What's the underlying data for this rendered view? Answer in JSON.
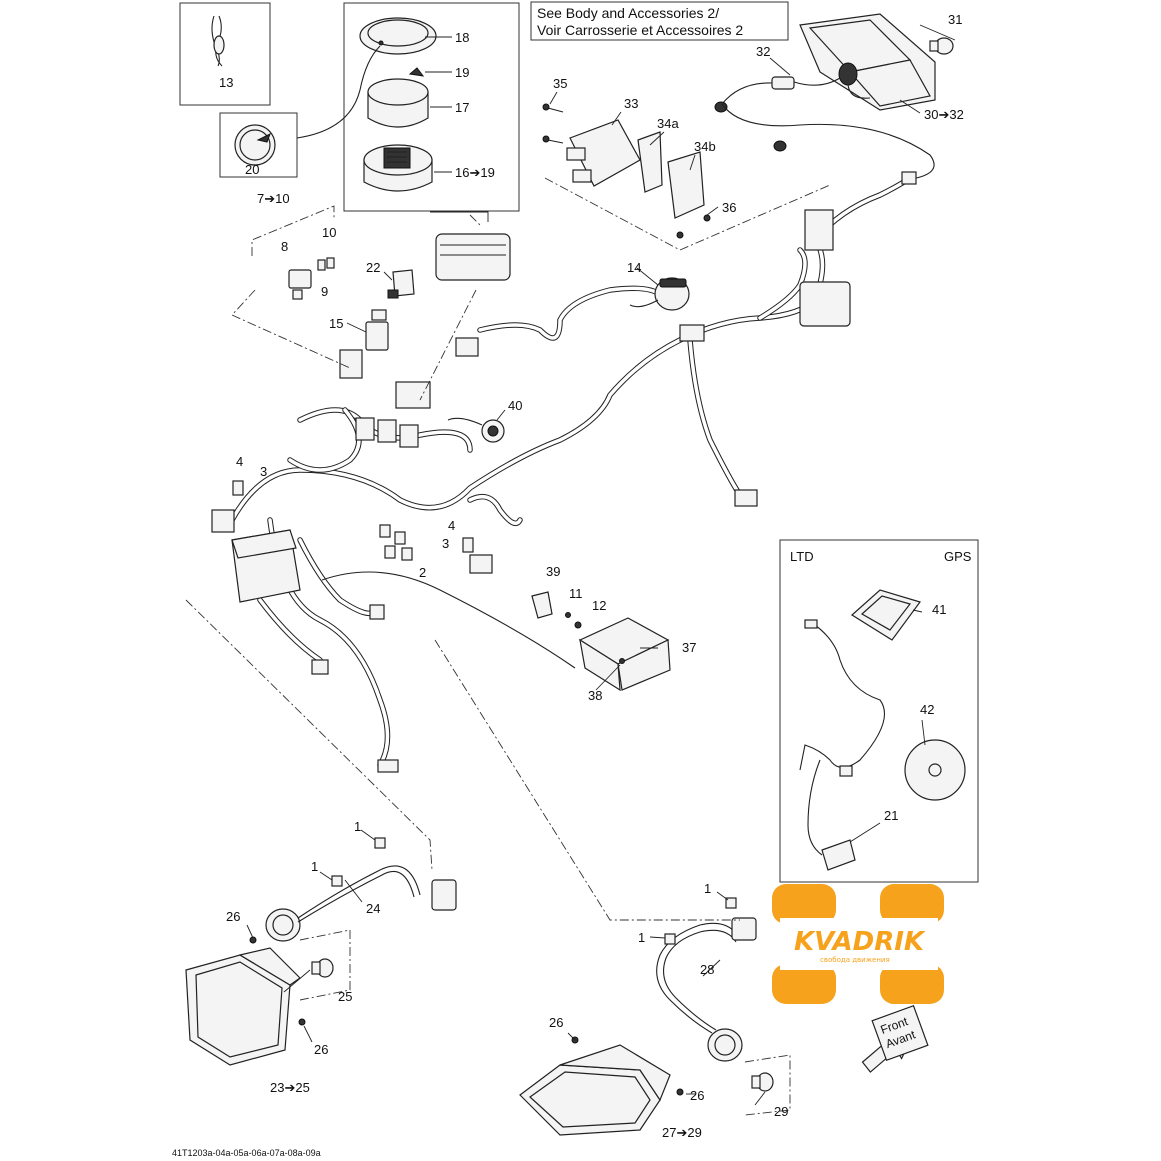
{
  "note": {
    "line1": "See Body and Accessories 2/",
    "line2": "Voir Carrosserie et Accessoires 2"
  },
  "inset": {
    "ltd": "LTD",
    "gps": "GPS"
  },
  "logo": {
    "name": "KVADRIK",
    "tagline": "свобода движения"
  },
  "front": {
    "line1": "Front",
    "line2": "Avant"
  },
  "reference": "41T1203a-04a-05a-06a-07a-08a-09a",
  "callouts": {
    "c1a": "1",
    "c1b": "1",
    "c1c": "1",
    "c1d": "1",
    "c2": "2",
    "c3a": "3",
    "c3b": "3",
    "c4a": "4",
    "c4b": "4",
    "c7_10": "7➔10",
    "c8": "8",
    "c9": "9",
    "c10": "10",
    "c11": "11",
    "c12": "12",
    "c13": "13",
    "c14": "14",
    "c15": "15",
    "c16_19": "16➔19",
    "c17": "17",
    "c18": "18",
    "c19": "19",
    "c20": "20",
    "c21": "21",
    "c22": "22",
    "c23_25": "23➔25",
    "c24": "24",
    "c25": "25",
    "c26a": "26",
    "c26b": "26",
    "c26c": "26",
    "c26d": "26",
    "c27_29": "27➔29",
    "c28": "28",
    "c29": "29",
    "c30_32": "30➔32",
    "c31": "31",
    "c32": "32",
    "c33": "33",
    "c34a": "34a",
    "c34b": "34b",
    "c35": "35",
    "c36": "36",
    "c37": "37",
    "c38": "38",
    "c39": "39",
    "c40": "40",
    "c41": "41",
    "c42": "42"
  }
}
